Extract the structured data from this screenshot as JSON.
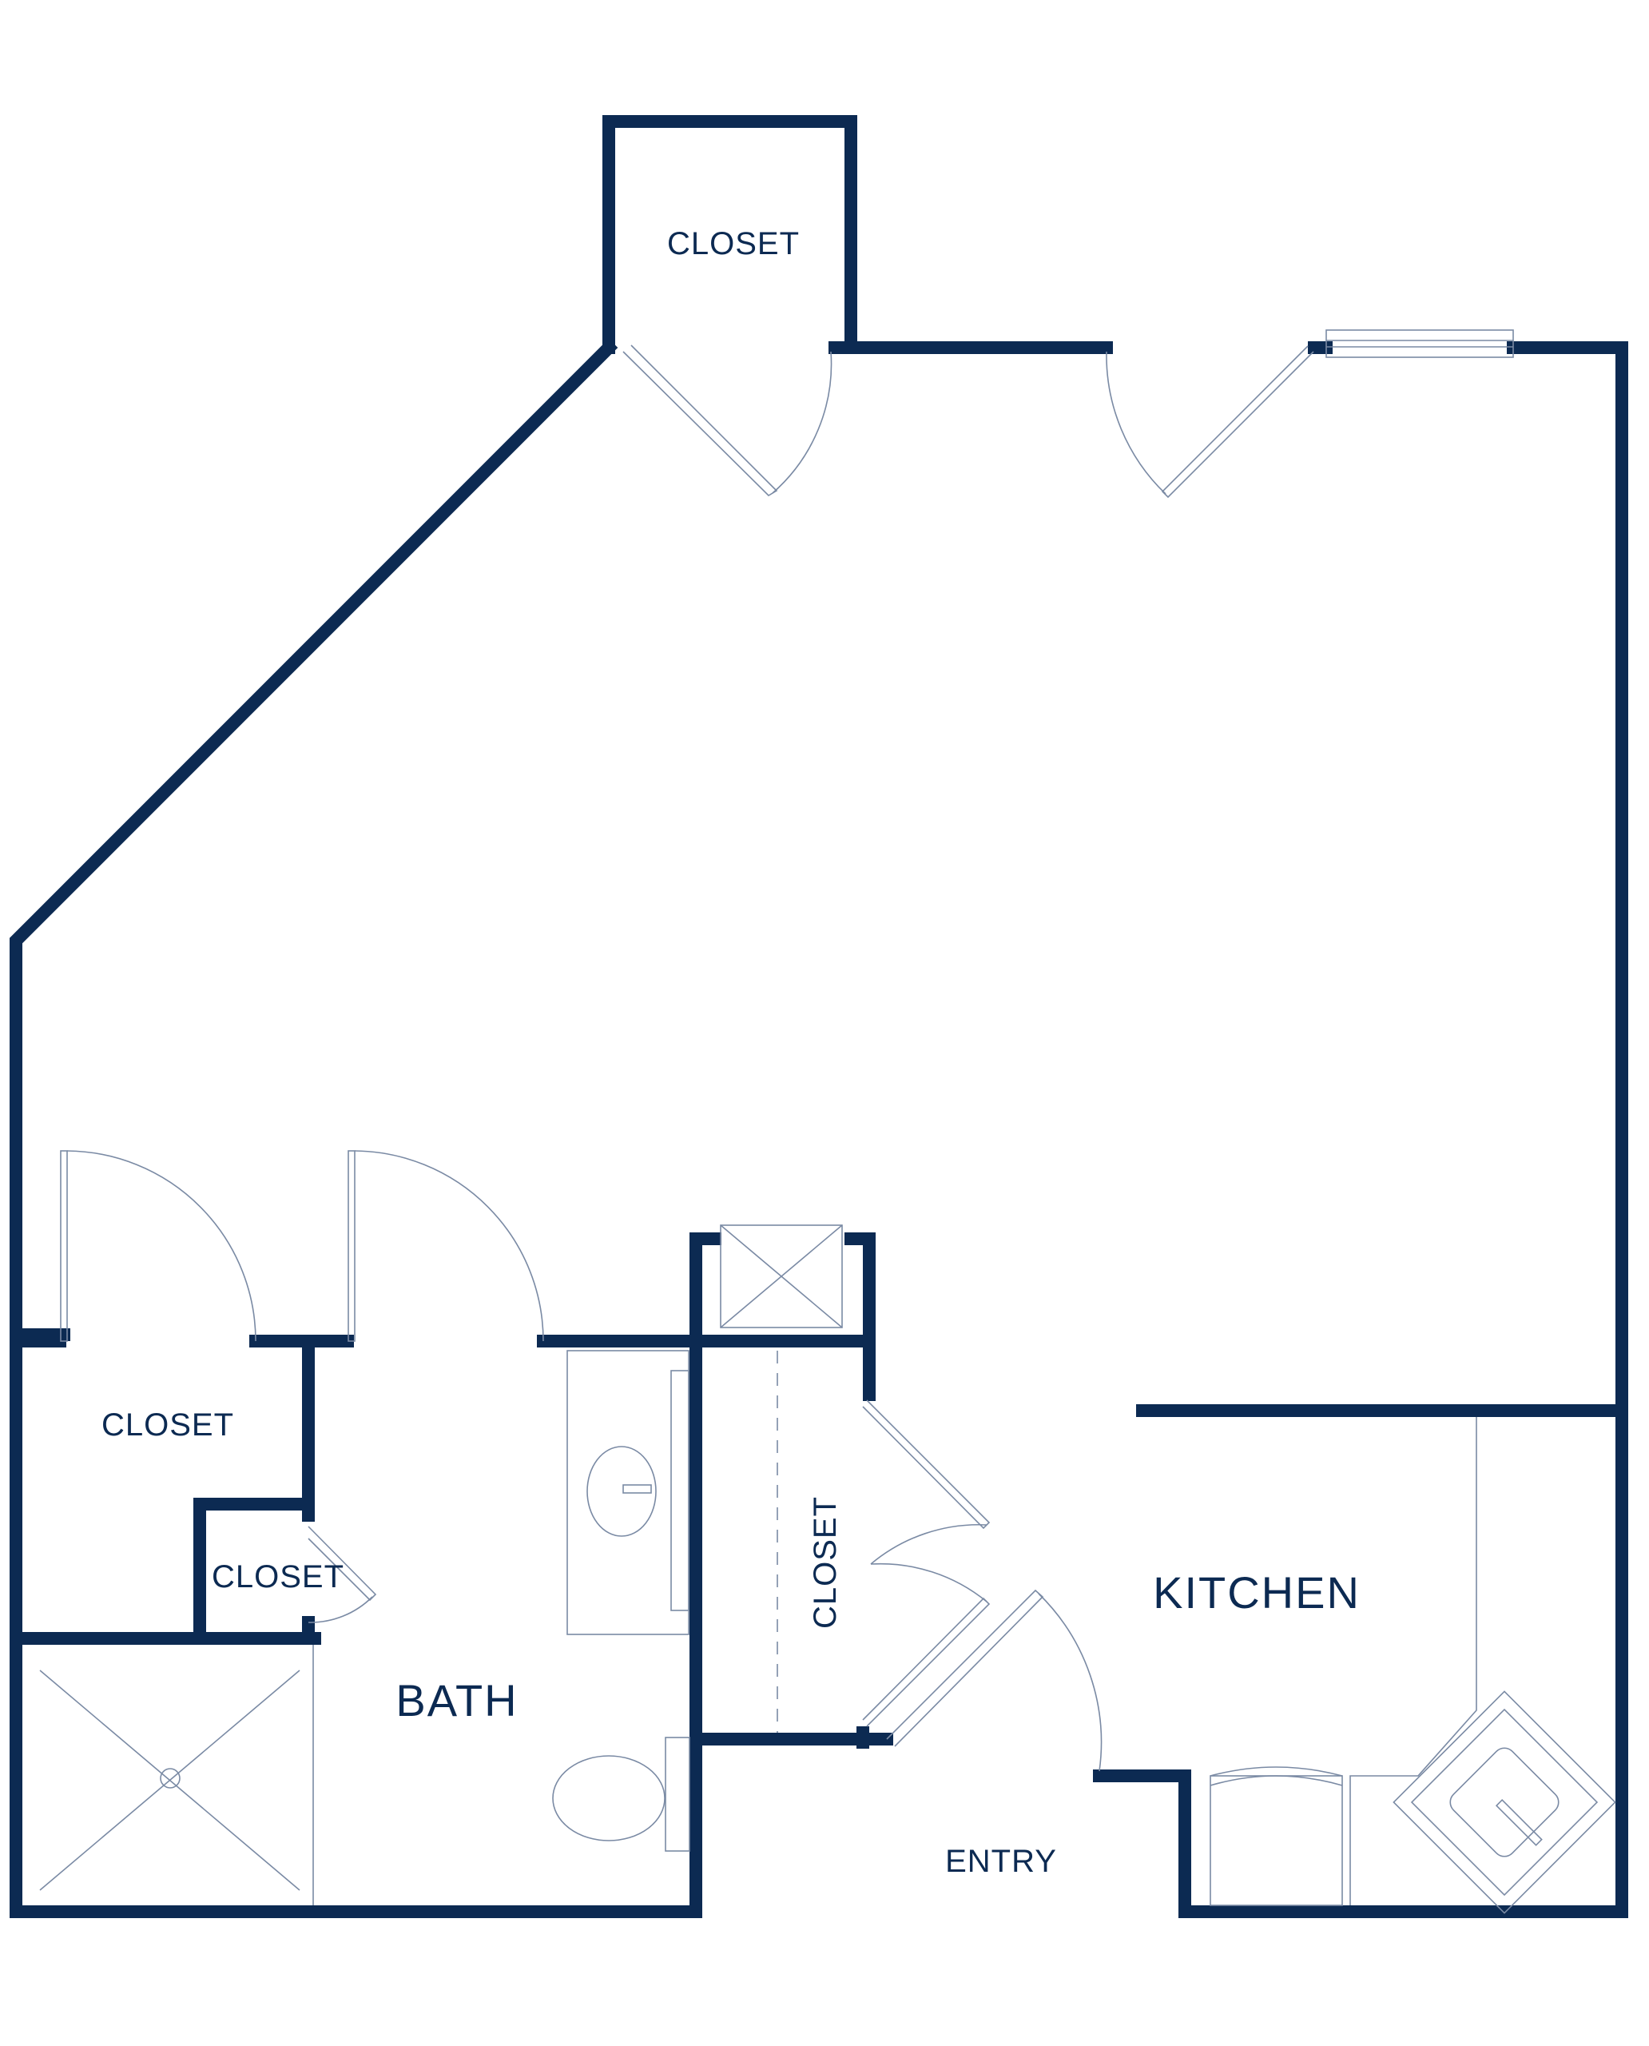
{
  "colors": {
    "wall": "#0c2a52",
    "thin": "#7a8aa4"
  },
  "labels": {
    "top_closet": "CLOSET",
    "left_closet": "CLOSET",
    "small_closet": "CLOSET",
    "hall_closet": "CLOSET",
    "bath": "BATH",
    "kitchen": "KITCHEN",
    "entry": "ENTRY"
  }
}
